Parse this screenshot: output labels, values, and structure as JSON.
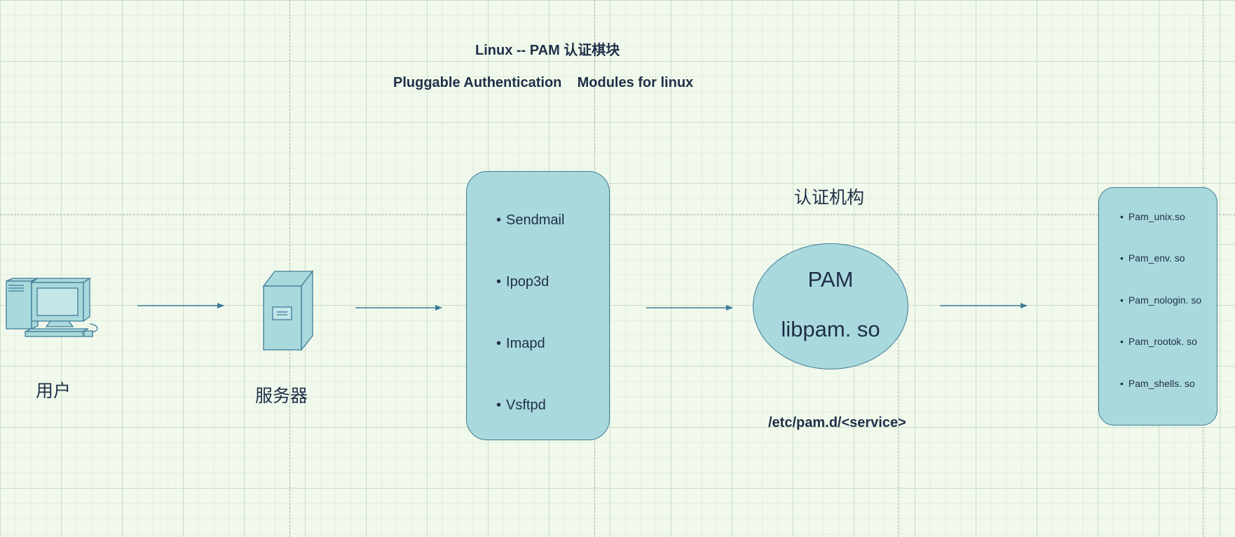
{
  "header": {
    "title": "Linux -- PAM 认证棋块",
    "subtitle": "Pluggable Authentication    Modules for linux"
  },
  "nodes": {
    "user": {
      "label": "用户"
    },
    "server": {
      "label": "服务器"
    },
    "services": {
      "items": [
        "Sendmail",
        "Ipop3d",
        "Imapd",
        "Vsftpd"
      ]
    },
    "auth": {
      "heading": "认证机构",
      "line1": "PAM",
      "line2": "libpam. so",
      "path": "/etc/pam.d/<service>"
    },
    "modules": {
      "items": [
        "Pam_unix.so",
        "Pam_env. so",
        "Pam_nologin. so",
        "Pam_rootok. so",
        "Pam_shells. so"
      ]
    }
  },
  "colors": {
    "shape_fill": "#a9d9dc",
    "shape_stroke": "#3f7c98",
    "text": "#1f2f48",
    "background": "#f1f9ec"
  }
}
